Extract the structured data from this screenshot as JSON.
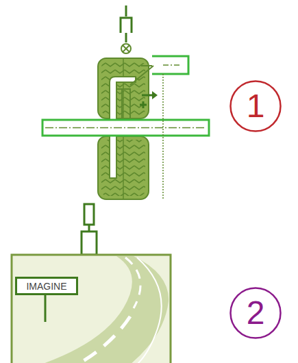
{
  "diagram": {
    "nodes": [
      {
        "text": [
          "1"
        ]
      },
      {
        "text": [
          "IMAGINE"
        ]
      },
      {
        "text": [
          "2"
        ]
      }
    ]
  }
}
